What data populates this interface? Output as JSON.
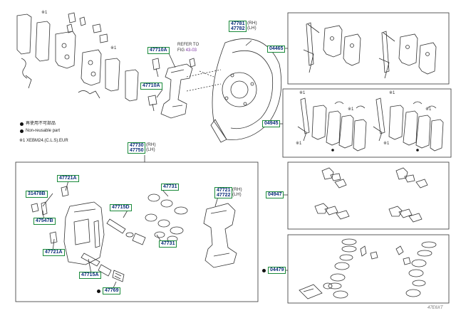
{
  "parts": {
    "p47781": "47781",
    "p47782": "47782",
    "p47710a_1": "47710A",
    "p47710a_2": "47710A",
    "p04465": "04465",
    "p04945": "04945",
    "p47730": "47730",
    "p47750": "47750",
    "p47721a_1": "47721A",
    "p47731_1": "47731",
    "p47721": "47721",
    "p47722": "47722",
    "p31478b": "31478B",
    "p47715d": "47715D",
    "p04947": "04947",
    "p47547b": "47547B",
    "p47731_2": "47731",
    "p47721a_2": "47721A",
    "p47715a": "47715A",
    "p04479": "04479",
    "p47769": "47769"
  },
  "sides": {
    "rh1": "(RH)",
    "lh1": "(LH)",
    "rh2": "(RH)",
    "lh2": "(LH)",
    "rh3": "(RH)",
    "lh3": "(LH)"
  },
  "refer": {
    "text": "REFER TO",
    "fig_prefix": "FIG",
    "fig": "43-03"
  },
  "legend": {
    "line1": "再使用不可部品",
    "line2": "Non-reusable part",
    "line3": "※1 XEBM24.(C.L.S).EUR"
  },
  "marks": {
    "x1": "※1"
  },
  "footer": "47E6XT"
}
